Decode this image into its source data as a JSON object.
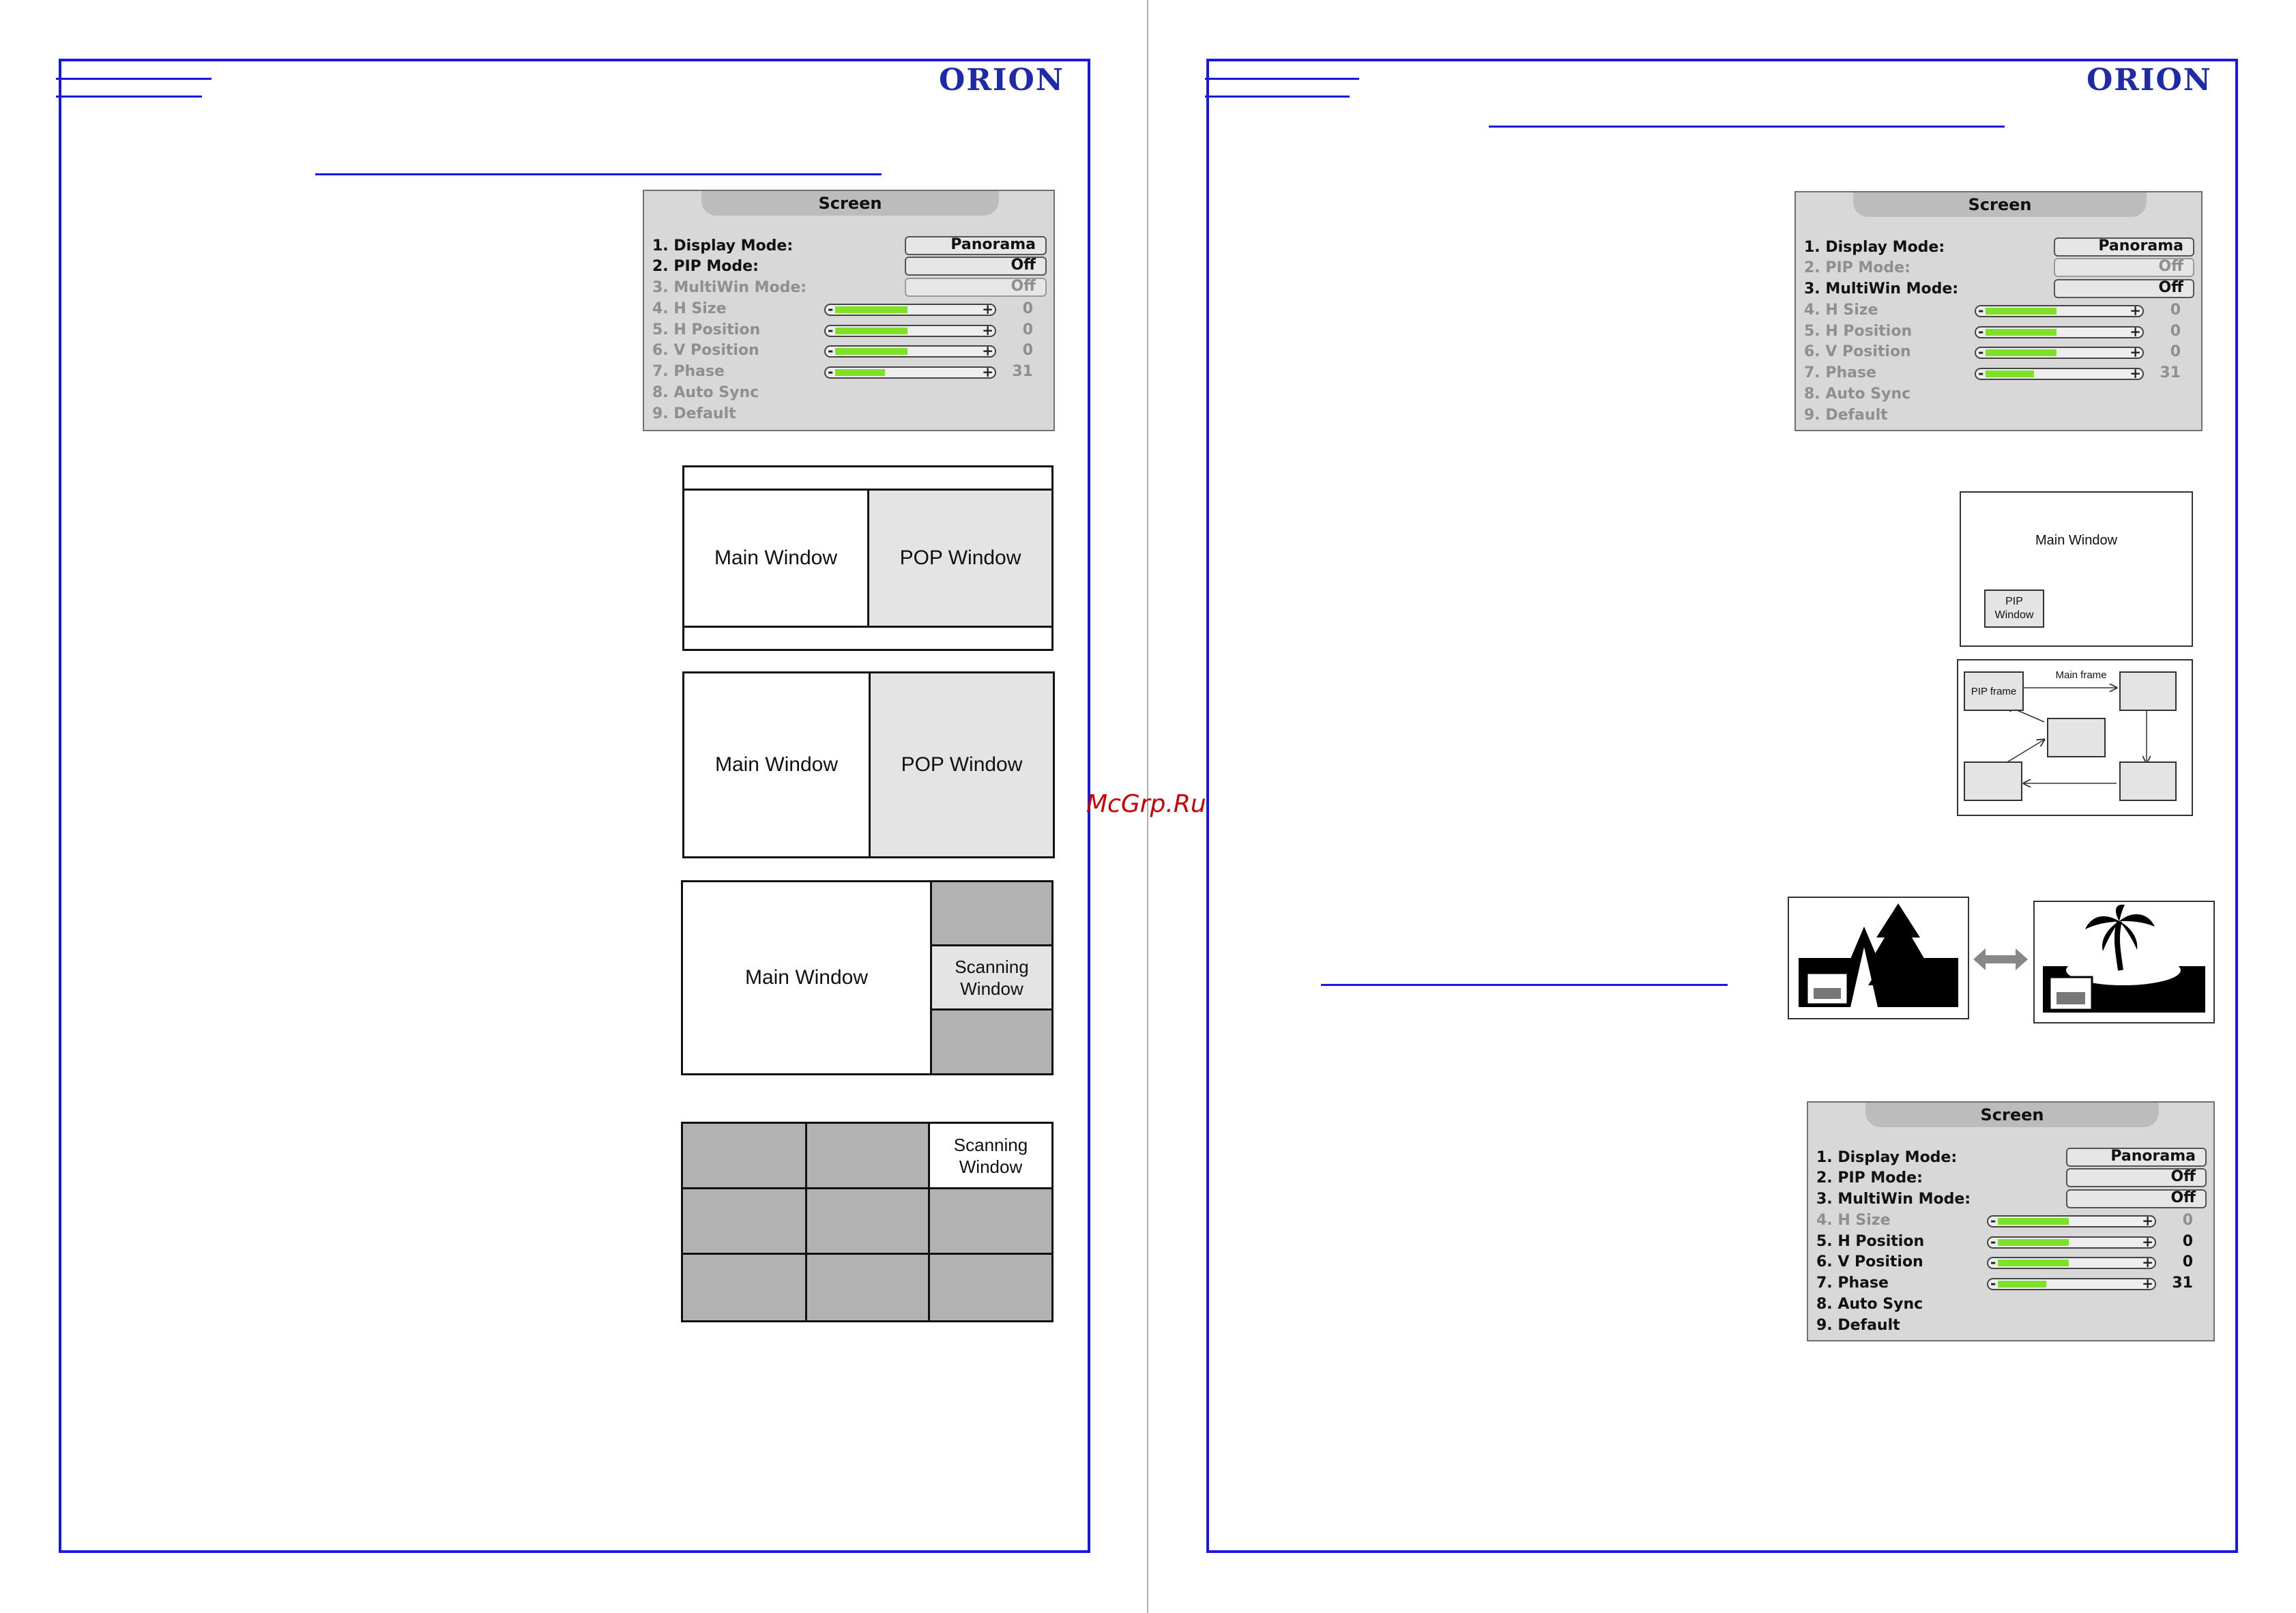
{
  "logo": "ORION",
  "watermark": "McGrp.Ru",
  "osd": {
    "title": "Screen",
    "items": [
      "1. Display Mode:",
      "2. PIP Mode:",
      "3. MultiWin Mode:",
      "4. H Size",
      "5. H Position",
      "6. V Position",
      "7. Phase",
      "8. Auto Sync",
      "9. Default"
    ],
    "display_mode_value": "Panorama",
    "off_value": "Off",
    "slider_values": [
      "0",
      "0",
      "0",
      "31"
    ],
    "slider_levels": [
      0.48,
      0.48,
      0.48,
      0.33
    ]
  },
  "diagrams": {
    "main_window": "Main Window",
    "pop_window": "POP Window",
    "scanning_line1": "Scanning",
    "scanning_line2": "Window",
    "pip_line1": "PIP",
    "pip_line2": "Window",
    "pip_frame": "PIP frame",
    "main_frame": "Main frame"
  }
}
